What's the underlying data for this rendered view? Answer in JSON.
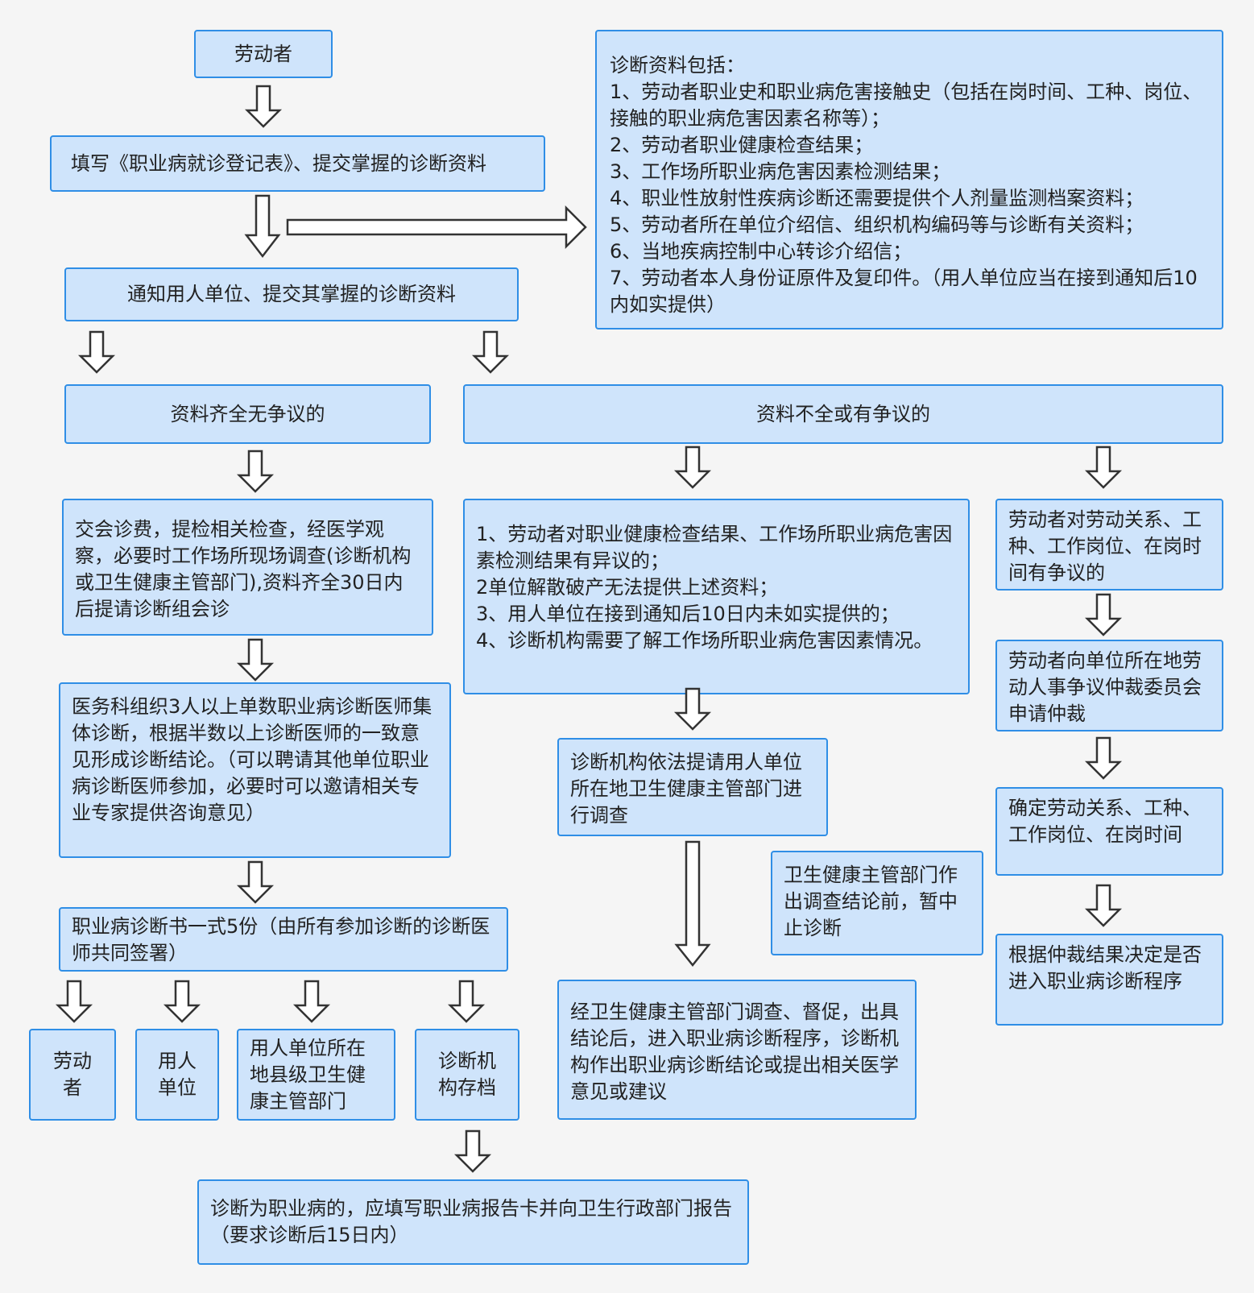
{
  "nodes": {
    "worker": "劳动者",
    "fill_form": "填写《职业病就诊登记表》、提交掌握的诊断资料",
    "materials_list": "诊断资料包括：\n1、劳动者职业史和职业病危害接触史（包括在岗时间、工种、岗位、接触的职业病危害因素名称等）；\n2、劳动者职业健康检查结果；\n3、工作场所职业病危害因素检测结果；\n4、职业性放射性疾病诊断还需要提供个人剂量监测档案资料；\n5、劳动者所在单位介绍信、组织机构编码等与诊断有关资料；\n6、当地疾病控制中心转诊介绍信；\n7、劳动者本人身份证原件及复印件。（用人单位应当在接到通知后10内如实提供）",
    "notify_employer": "通知用人单位、提交其掌握的诊断资料",
    "complete_no_dispute": "资料齐全无争议的",
    "incomplete_or_dispute": "资料不全或有争议的",
    "pay_fee": "交会诊费，提检相关检查，经医学观察，必要时工作场所现场调查(诊断机构或卫生健康主管部门),资料齐全30日内后提请诊断组会诊",
    "dispute_cases": "1、劳动者对职业健康检查结果、工作场所职业病危害因素检测结果有异议的；\n2单位解散破产无法提供上述资料；\n3、用人单位在接到通知后10日内未如实提供的；\n4、诊断机构需要了解工作场所职业病危害因素情况。",
    "labor_dispute": "劳动者对劳动关系、工种、工作岗位、在岗时间有争议的",
    "arbitration_apply": "劳动者向单位所在地劳动人事争议仲裁委员会申请仲裁",
    "confirm_relation": "确定劳动关系、工种、工作岗位、在岗时间",
    "arbitration_result": "根据仲裁结果决定是否进入职业病诊断程序",
    "panel_diagnosis": "医务科组织3人以上单数职业病诊断医师集体诊断，根据半数以上诊断医师的一致意见形成诊断结论。（可以聘请其他单位职业病诊断医师参加，必要时可以邀请相关专业专家提供咨询意见）",
    "investigation_request": "诊断机构依法提请用人单位所在地卫生健康主管部门进行调查",
    "suspend": "卫生健康主管部门作出调查结论前，暂中止诊断",
    "certificate": "职业病诊断书一式5份（由所有参加诊断的诊断医师共同签署）",
    "after_investigation": "经卫生健康主管部门调查、督促，出具结论后，进入职业病诊断程序，诊断机构作出职业病诊断结论或提出相关医学意见或建议",
    "copy_worker": "劳动\n者",
    "copy_employer": "用人\n单位",
    "copy_county": "用人单位所在地县级卫生健康主管部门",
    "copy_archive": "诊断机\n构存档",
    "report": "诊断为职业病的，应填写职业病报告卡并向卫生行政部门报告（要求诊断后15日内）"
  },
  "colors": {
    "box_fill": "#cfe4fb",
    "box_border": "#2f8ee6",
    "arrow": "#333333"
  }
}
